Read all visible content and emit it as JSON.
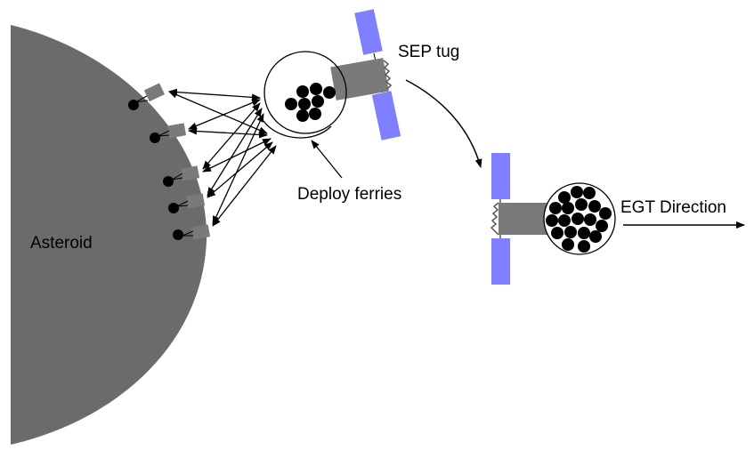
{
  "labels": {
    "asteroid": "Asteroid",
    "sep_tug": "SEP tug",
    "deploy_ferries": "Deploy ferries",
    "egt_direction": "EGT Direction"
  },
  "colors": {
    "asteroid": "#6b6b6b",
    "spacecraft_body": "#7a7a7a",
    "solar_panel": "#7f7fff",
    "boulder": "#000000",
    "line": "#000000"
  },
  "icons": {
    "ferry": "ferry-spacecraft-icon",
    "tug": "sep-tug-icon",
    "boulder": "boulder-icon"
  }
}
